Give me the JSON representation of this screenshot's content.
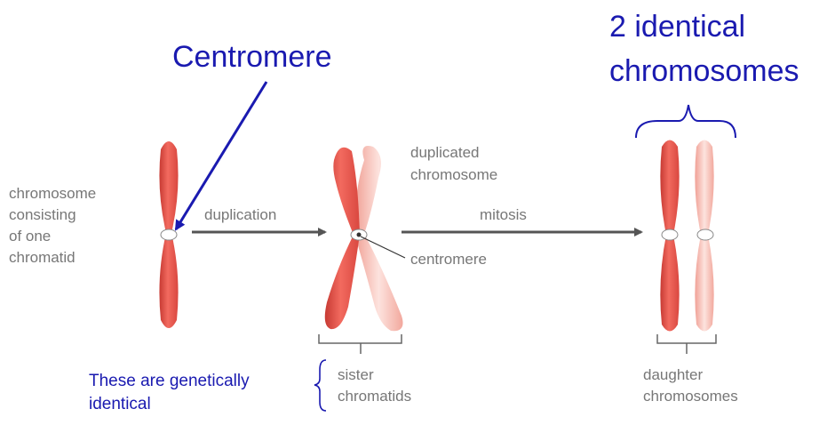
{
  "labels": {
    "centromere_callout": "Centromere",
    "identical_title_line1": "2 identical",
    "identical_title_line2": "chromosomes",
    "single_chromatid_line1": "chromosome",
    "single_chromatid_line2": "consisting",
    "single_chromatid_line3": "of one",
    "single_chromatid_line4": "chromatid",
    "duplication": "duplication",
    "duplicated_line1": "duplicated",
    "duplicated_line2": "chromosome",
    "mitosis": "mitosis",
    "centromere_small": "centromere",
    "sister_line1": "sister",
    "sister_line2": "chromatids",
    "daughter_line1": "daughter",
    "daughter_line2": "chromosomes",
    "genetic_note_line1": "These are genetically",
    "genetic_note_line2": "identical"
  },
  "colors": {
    "chromatid_dark": "#e8534a",
    "chromatid_light": "#f7b1a6",
    "callout_blue": "#1a1ab0",
    "label_gray": "#777777",
    "arrow_gray": "#555555"
  }
}
